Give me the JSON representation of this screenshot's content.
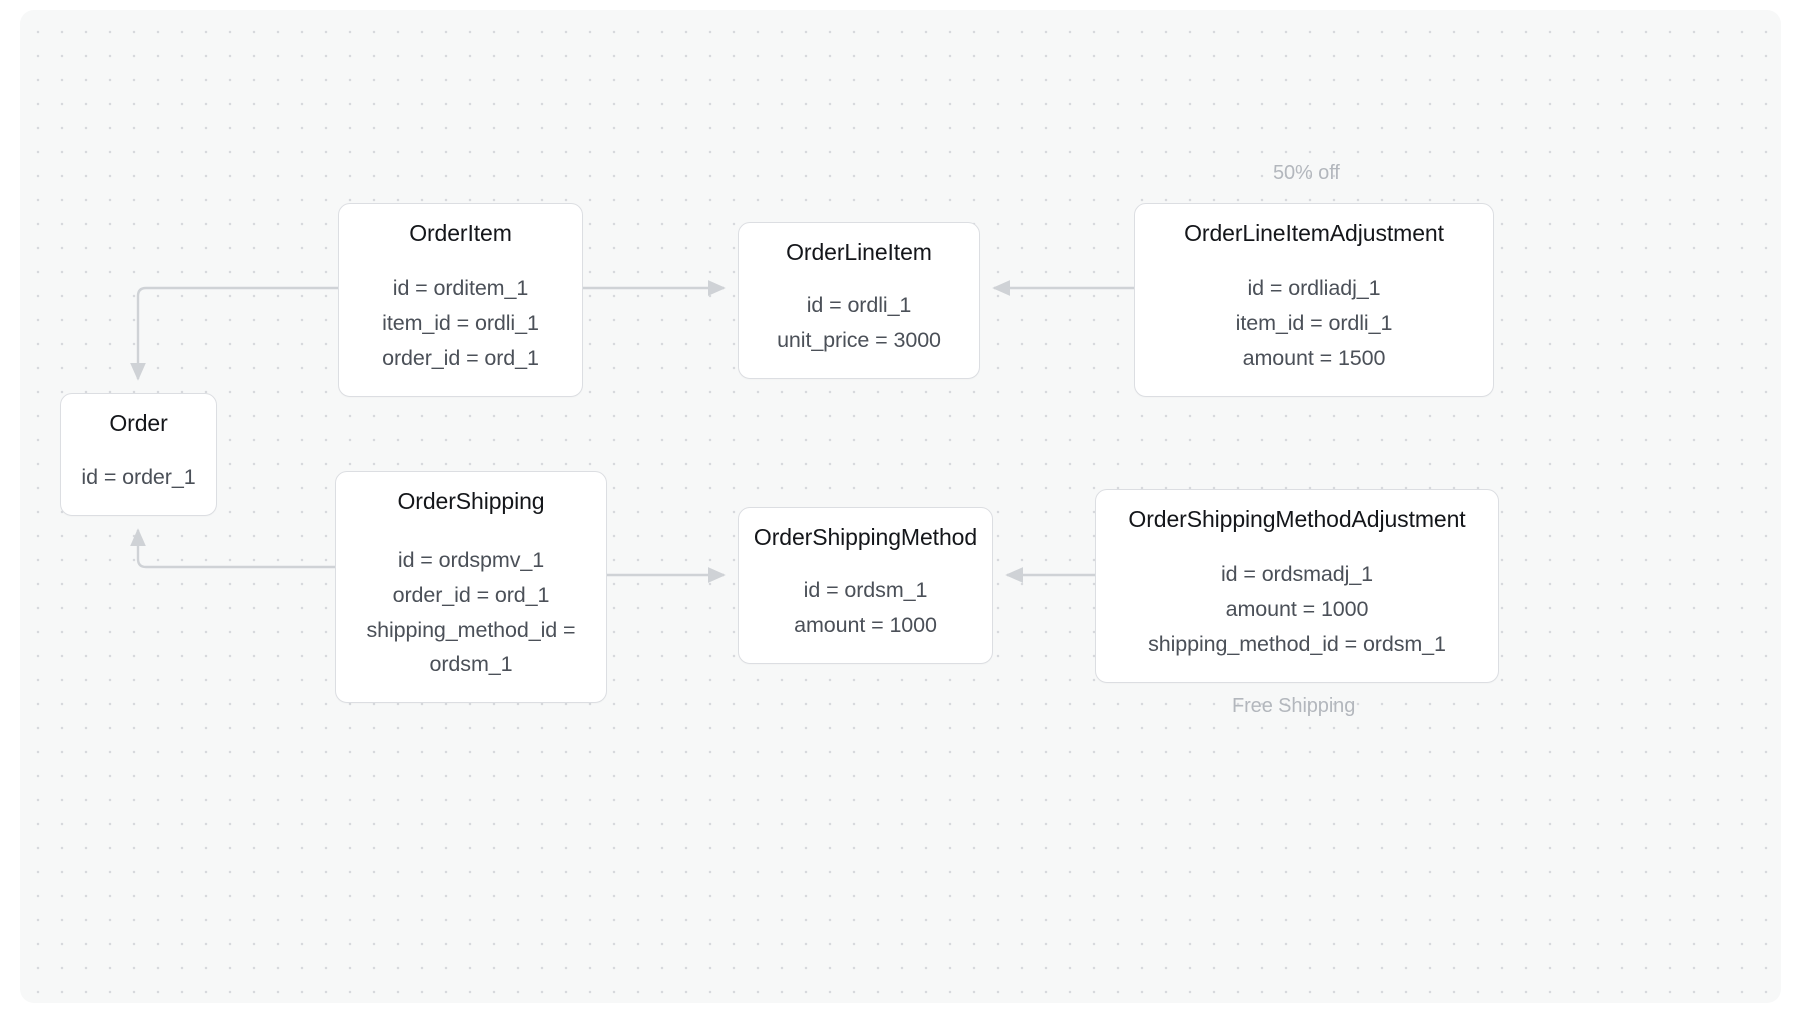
{
  "canvas": {
    "background_color": "#f7f8f8",
    "dot_color": "#d7d9dd",
    "node_border_color": "#dcdee2",
    "node_fill_color": "#ffffff",
    "edge_color": "#cfd2d6",
    "title_color": "#14161a",
    "field_color": "#4b5058",
    "edge_label_color": "#b3b7bd"
  },
  "nodes": [
    {
      "id": "order",
      "title": "Order",
      "fields": [
        "id = order_1"
      ]
    },
    {
      "id": "orderitem",
      "title": "OrderItem",
      "fields": [
        "id = orditem_1",
        "item_id = ordli_1",
        "order_id = ord_1"
      ]
    },
    {
      "id": "orderlineitem",
      "title": "OrderLineItem",
      "fields": [
        "id = ordli_1",
        "unit_price = 3000"
      ]
    },
    {
      "id": "orderlineitemadjustment",
      "title": "OrderLineItemAdjustment",
      "fields": [
        "id = ordliadj_1",
        "item_id = ordli_1",
        "amount = 1500"
      ]
    },
    {
      "id": "ordershipping",
      "title": "OrderShipping",
      "fields": [
        "id = ordspmv_1",
        "order_id = ord_1",
        "shipping_method_id = ordsm_1"
      ]
    },
    {
      "id": "ordershippingmethod",
      "title": "OrderShippingMethod",
      "fields": [
        "id = ordsm_1",
        "amount = 1000"
      ]
    },
    {
      "id": "ordershippingmethodadjustment",
      "title": "OrderShippingMethodAdjustment",
      "fields": [
        "id = ordsmadj_1",
        "amount = 1000",
        "shipping_method_id = ordsm_1"
      ]
    }
  ],
  "edges": [
    {
      "from": "orderitem",
      "to": "order",
      "label": ""
    },
    {
      "from": "orderitem",
      "to": "orderlineitem",
      "label": ""
    },
    {
      "from": "orderlineitemadjustment",
      "to": "orderlineitem",
      "label": "50% off"
    },
    {
      "from": "ordershipping",
      "to": "order",
      "label": ""
    },
    {
      "from": "ordershipping",
      "to": "ordershippingmethod",
      "label": ""
    },
    {
      "from": "ordershippingmethodadjustment",
      "to": "ordershippingmethod",
      "label": "Free Shipping"
    }
  ],
  "edge_labels": {
    "discount": "50% off",
    "shipping": "Free Shipping"
  }
}
